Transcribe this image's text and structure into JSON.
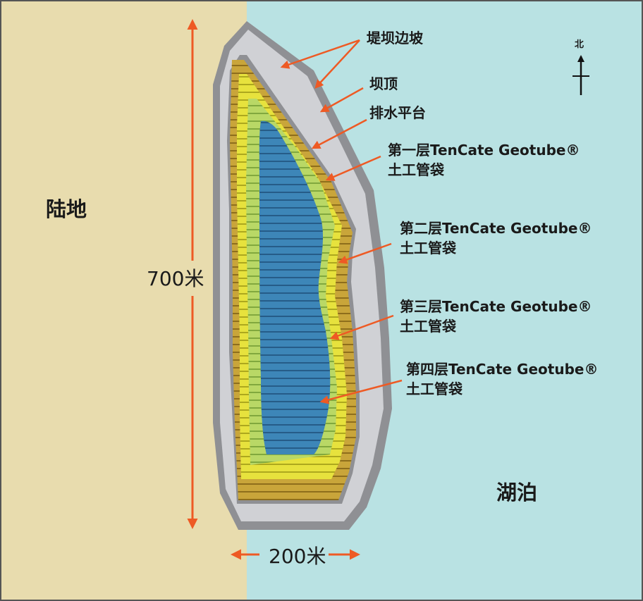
{
  "regions": {
    "land": "陆地",
    "lake": "湖泊"
  },
  "dimensions": {
    "length": "700米",
    "width": "200米"
  },
  "north_label": "北",
  "annotations": {
    "slope": "堤坝边坡",
    "crest": "坝顶",
    "drainage": "排水平台",
    "layer1_line1": "第一层TenCate Geotube®",
    "layer1_line2": "土工管袋",
    "layer2_line1": "第二层TenCate Geotube®",
    "layer2_line2": "土工管袋",
    "layer3_line1": "第三层TenCate Geotube®",
    "layer3_line2": "土工管袋",
    "layer4_line1": "第四层TenCate Geotube®",
    "layer4_line2": "土工管袋"
  },
  "colors": {
    "land": "#e8dcae",
    "lake": "#b9e2e3",
    "dike_outer": "#8f9094",
    "dike_mid": "#d0d1d5",
    "layer1": "#c9a53a",
    "layer2": "#e7e23d",
    "layer3": "#b9d866",
    "layer4": "#3d86b8",
    "arrow": "#ee5a24"
  }
}
